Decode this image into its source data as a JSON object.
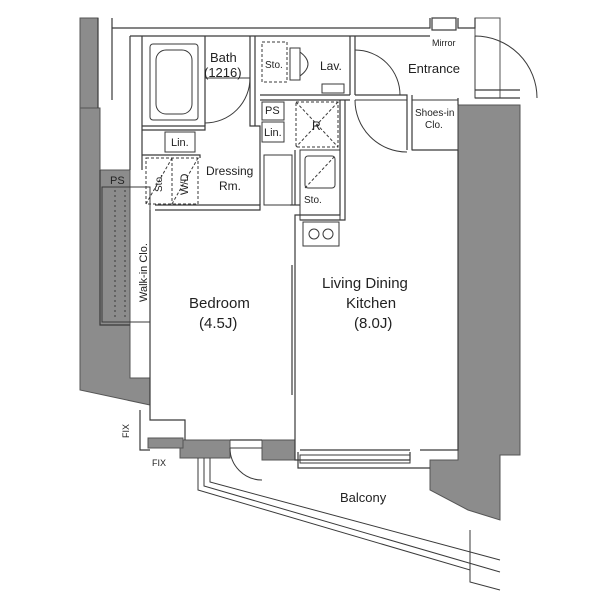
{
  "rooms": {
    "bath": {
      "name": "Bath",
      "size": "(1216)"
    },
    "lav": "Lav.",
    "entrance": "Entrance",
    "mirror": "Mirror",
    "shoes_in_clo": {
      "line1": "Shoes-in",
      "line2": "Clo."
    },
    "dressing": {
      "line1": "Dressing",
      "line2": "Rm."
    },
    "walk_in_clo": "Walk-in Clo.",
    "bedroom": {
      "name": "Bedroom",
      "size": "(4.5J)"
    },
    "ldk": {
      "line1": "Living Dining",
      "line2": "Kitchen",
      "size": "(8.0J)"
    },
    "balcony": "Balcony"
  },
  "fixtures": {
    "sto": "Sto.",
    "lin": "Lin.",
    "ps": "PS",
    "wd": "W/D",
    "refrigerator": "R",
    "fix": "FIX"
  },
  "colors": {
    "wall": "#8c8c8c",
    "line": "#3a3a3a",
    "background": "#ffffff"
  }
}
